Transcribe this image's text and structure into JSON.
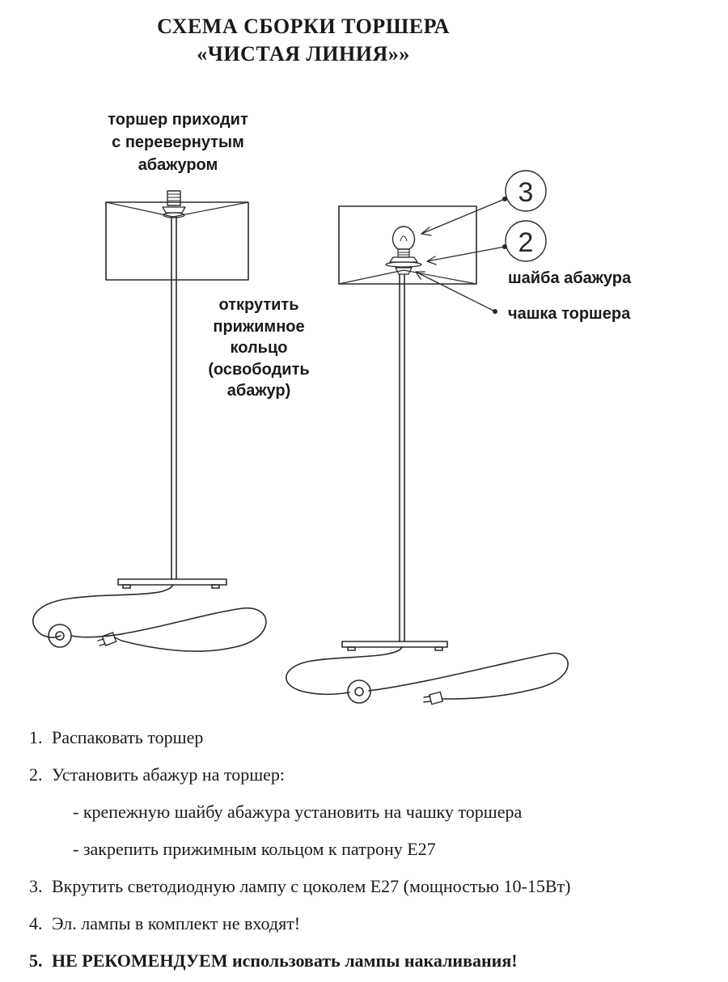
{
  "title": {
    "line1": "СХЕМА СБОРКИ ТОРШЕРА",
    "line2": "«ЧИСТАЯ ЛИНИЯ»»"
  },
  "labels": {
    "shade_inverted": [
      "торшер приходит",
      "с перевернутым",
      "абажуром"
    ],
    "unscrew_ring": [
      "открутить",
      "прижимное",
      "кольцо",
      "(освободить",
      "абажур)"
    ],
    "callout_3": "3",
    "callout_2": "2",
    "shade_washer": "шайба абажура",
    "lamp_cup": "чашка торшера"
  },
  "steps": [
    {
      "num": "1.",
      "text": "Распаковать торшер"
    },
    {
      "num": "2.",
      "text": "Установить абажур на торшер:"
    },
    {
      "num": "",
      "text": "- крепежную шайбу абажура установить на чашку торшера"
    },
    {
      "num": "",
      "text": "- закрепить прижимным кольцом к патрону Е27"
    },
    {
      "num": "3.",
      "text": "Вкрутить светодиодную лампу с цоколем Е27 (мощностью 10-15Вт)"
    },
    {
      "num": "4.",
      "text": "Эл. лампы в комплект не входят!"
    },
    {
      "num": "5.",
      "bold_text": "НЕ РЕКОМЕНДУЕМ",
      "text": " использовать лампы накаливания!"
    }
  ],
  "colors": {
    "ink": "#2a2a2a",
    "paper": "#ffffff"
  }
}
